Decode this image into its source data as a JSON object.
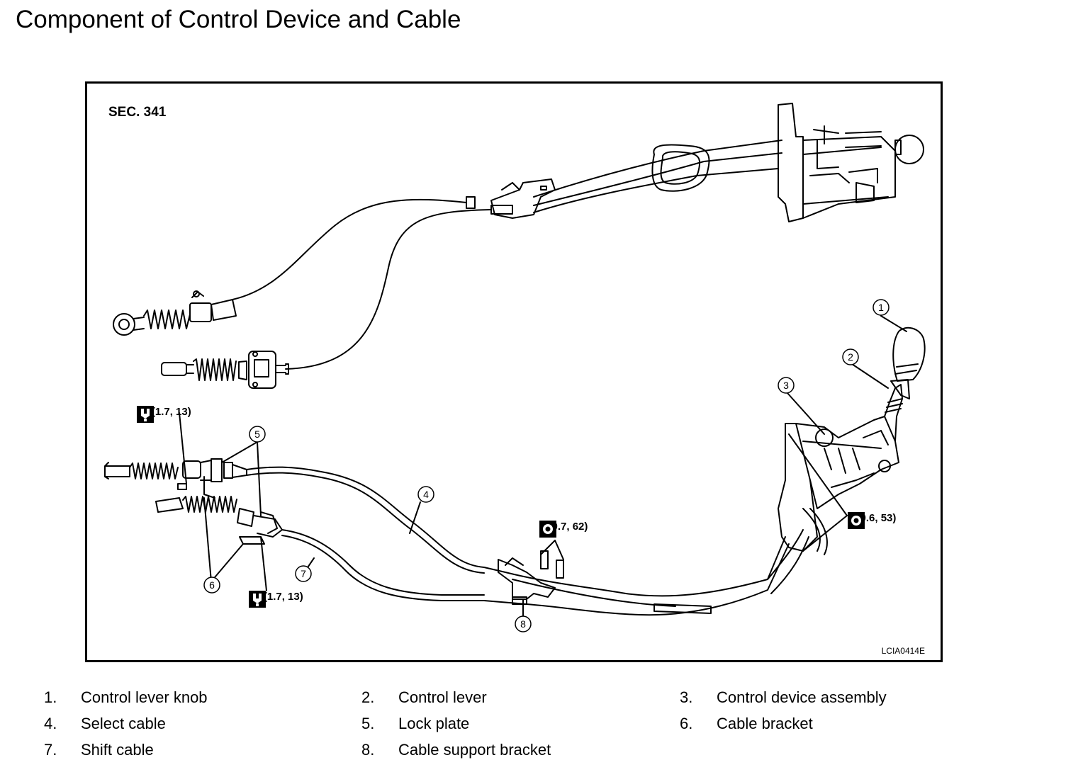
{
  "page": {
    "title": "Component of Control Device and Cable"
  },
  "figure": {
    "section_label": "SEC. 341",
    "figure_code": "LCIA0414E",
    "callouts": [
      "1",
      "2",
      "3",
      "4",
      "5",
      "6",
      "7",
      "8"
    ],
    "torque_specs": {
      "upper_left": "17 (1.7, 13)",
      "lower_left": "17 (1.7, 13)",
      "center": "7 (0.7, 62)",
      "right": "6 (0.6, 53)"
    }
  },
  "legend": [
    {
      "num": "1.",
      "label": "Control lever knob"
    },
    {
      "num": "2.",
      "label": "Control lever"
    },
    {
      "num": "3.",
      "label": "Control device assembly"
    },
    {
      "num": "4.",
      "label": "Select cable"
    },
    {
      "num": "5.",
      "label": "Lock plate"
    },
    {
      "num": "6.",
      "label": "Cable bracket"
    },
    {
      "num": "7.",
      "label": "Shift cable"
    },
    {
      "num": "8.",
      "label": "Cable support bracket"
    }
  ]
}
